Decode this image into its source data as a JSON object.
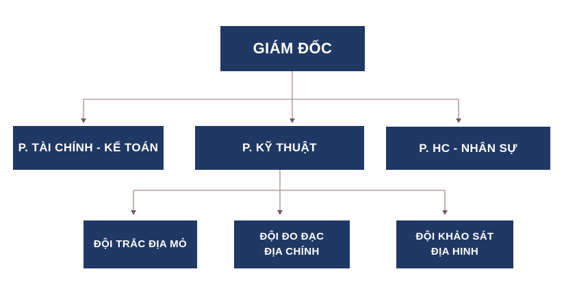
{
  "colors": {
    "background": "#FFFFFF",
    "box_fill": "#1F3864",
    "box_text": "#FFFFFF",
    "connector_line": "#B3A09D",
    "connector_arrow": "#7D565F"
  },
  "org_chart": {
    "type": "organization-chart",
    "root": {
      "label": "GIÁM ĐỐC",
      "children": [
        {
          "label": "P. TÀI CHÍNH - KẾ TOÁN",
          "children": []
        },
        {
          "label": "P. KỸ THUẬT",
          "children": [
            {
              "lines": [
                "ĐỘI TRẮC ĐỊA MỎ"
              ]
            },
            {
              "lines": [
                "ĐỘI ĐO ĐẠC",
                "ĐỊA CHÍNH"
              ]
            },
            {
              "lines": [
                "ĐỘI KHẢO SÁT",
                "ĐỊA HINH"
              ]
            }
          ]
        },
        {
          "label": "P. HC - NHÂN SỰ",
          "children": []
        }
      ]
    }
  }
}
